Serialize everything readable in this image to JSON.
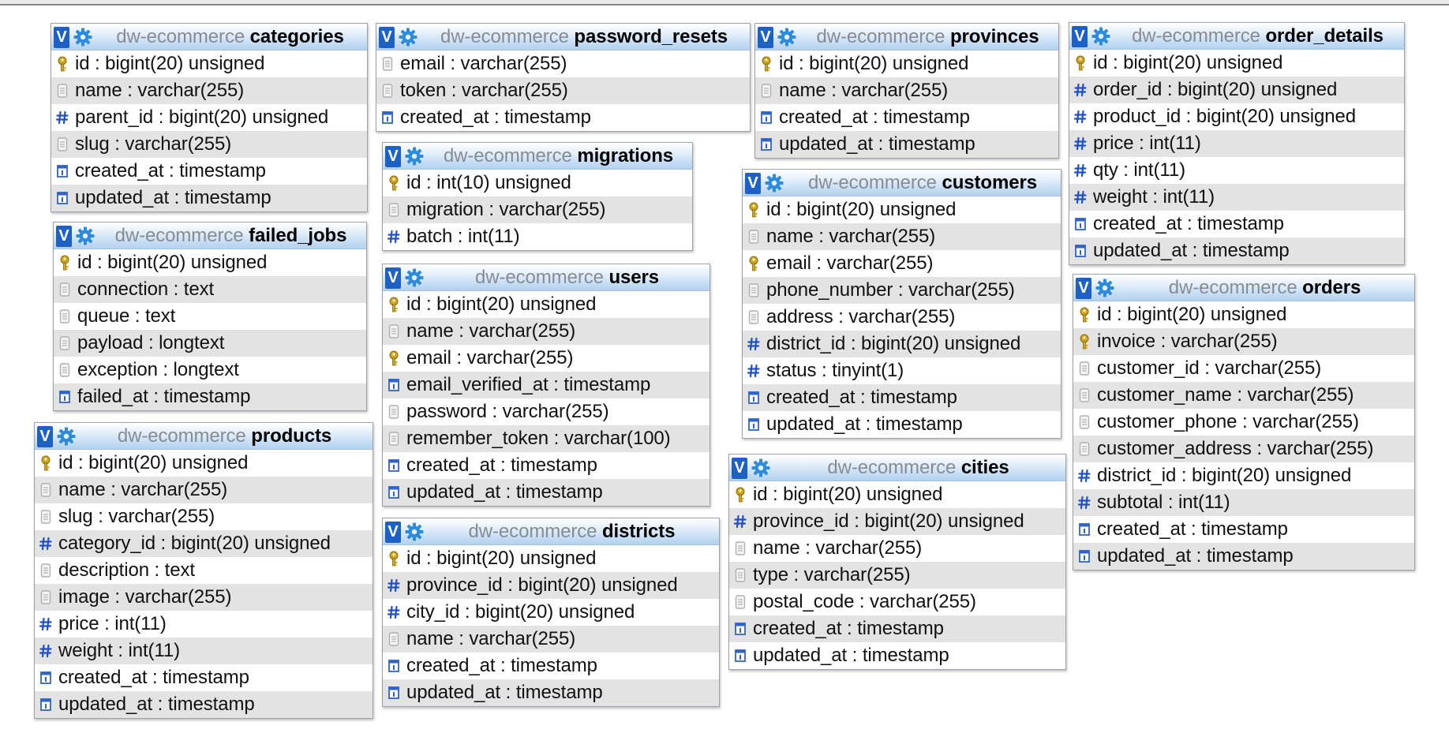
{
  "colors": {
    "header_gradient_bottom": "#b3d1ef",
    "toggle_button": "#1e61c6",
    "gear_icon": "#2d8bde",
    "db_name_text": "#888c92",
    "key_icon": "#d2a520",
    "numeric_icon": "#1e4fc9",
    "text_icon": "#b0b0b0",
    "timestamp_icon": "#2f63c8",
    "alt_row": "#e3e3e3"
  },
  "toggle_label": "V",
  "database": "dw-ecommerce",
  "tables": [
    {
      "name": "categories",
      "fields": [
        {
          "icon": "primary-key-icon",
          "text": "id : bigint(20) unsigned"
        },
        {
          "icon": "text-field-icon",
          "text": "name : varchar(255)"
        },
        {
          "icon": "numeric-field-icon",
          "text": "parent_id : bigint(20) unsigned"
        },
        {
          "icon": "text-field-icon",
          "text": "slug : varchar(255)"
        },
        {
          "icon": "timestamp-field-icon",
          "text": "created_at : timestamp"
        },
        {
          "icon": "timestamp-field-icon",
          "text": "updated_at : timestamp"
        }
      ]
    },
    {
      "name": "failed_jobs",
      "fields": [
        {
          "icon": "primary-key-icon",
          "text": "id : bigint(20) unsigned"
        },
        {
          "icon": "text-field-icon",
          "text": "connection : text"
        },
        {
          "icon": "text-field-icon",
          "text": "queue : text"
        },
        {
          "icon": "text-field-icon",
          "text": "payload : longtext"
        },
        {
          "icon": "text-field-icon",
          "text": "exception : longtext"
        },
        {
          "icon": "timestamp-field-icon",
          "text": "failed_at : timestamp"
        }
      ]
    },
    {
      "name": "products",
      "fields": [
        {
          "icon": "primary-key-icon",
          "text": "id : bigint(20) unsigned"
        },
        {
          "icon": "text-field-icon",
          "text": "name : varchar(255)"
        },
        {
          "icon": "text-field-icon",
          "text": "slug : varchar(255)"
        },
        {
          "icon": "numeric-field-icon",
          "text": "category_id : bigint(20) unsigned"
        },
        {
          "icon": "text-field-icon",
          "text": "description : text"
        },
        {
          "icon": "text-field-icon",
          "text": "image : varchar(255)"
        },
        {
          "icon": "numeric-field-icon",
          "text": "price : int(11)"
        },
        {
          "icon": "numeric-field-icon",
          "text": "weight : int(11)"
        },
        {
          "icon": "timestamp-field-icon",
          "text": "created_at : timestamp"
        },
        {
          "icon": "timestamp-field-icon",
          "text": "updated_at : timestamp"
        }
      ]
    },
    {
      "name": "password_resets",
      "fields": [
        {
          "icon": "text-field-icon",
          "text": "email : varchar(255)"
        },
        {
          "icon": "text-field-icon",
          "text": "token : varchar(255)"
        },
        {
          "icon": "timestamp-field-icon",
          "text": "created_at : timestamp"
        }
      ]
    },
    {
      "name": "migrations",
      "fields": [
        {
          "icon": "primary-key-icon",
          "text": "id : int(10) unsigned"
        },
        {
          "icon": "text-field-icon",
          "text": "migration : varchar(255)"
        },
        {
          "icon": "numeric-field-icon",
          "text": "batch : int(11)"
        }
      ]
    },
    {
      "name": "users",
      "fields": [
        {
          "icon": "primary-key-icon",
          "text": "id : bigint(20) unsigned"
        },
        {
          "icon": "text-field-icon",
          "text": "name : varchar(255)"
        },
        {
          "icon": "primary-key-icon",
          "text": "email : varchar(255)"
        },
        {
          "icon": "timestamp-field-icon",
          "text": "email_verified_at : timestamp"
        },
        {
          "icon": "text-field-icon",
          "text": "password : varchar(255)"
        },
        {
          "icon": "text-field-icon",
          "text": "remember_token : varchar(100)"
        },
        {
          "icon": "timestamp-field-icon",
          "text": "created_at : timestamp"
        },
        {
          "icon": "timestamp-field-icon",
          "text": "updated_at : timestamp"
        }
      ]
    },
    {
      "name": "districts",
      "fields": [
        {
          "icon": "primary-key-icon",
          "text": "id : bigint(20) unsigned"
        },
        {
          "icon": "numeric-field-icon",
          "text": "province_id : bigint(20) unsigned"
        },
        {
          "icon": "numeric-field-icon",
          "text": "city_id : bigint(20) unsigned"
        },
        {
          "icon": "text-field-icon",
          "text": "name : varchar(255)"
        },
        {
          "icon": "timestamp-field-icon",
          "text": "created_at : timestamp"
        },
        {
          "icon": "timestamp-field-icon",
          "text": "updated_at : timestamp"
        }
      ]
    },
    {
      "name": "provinces",
      "fields": [
        {
          "icon": "primary-key-icon",
          "text": "id : bigint(20) unsigned"
        },
        {
          "icon": "text-field-icon",
          "text": "name : varchar(255)"
        },
        {
          "icon": "timestamp-field-icon",
          "text": "created_at : timestamp"
        },
        {
          "icon": "timestamp-field-icon",
          "text": "updated_at : timestamp"
        }
      ]
    },
    {
      "name": "customers",
      "fields": [
        {
          "icon": "primary-key-icon",
          "text": "id : bigint(20) unsigned"
        },
        {
          "icon": "text-field-icon",
          "text": "name : varchar(255)"
        },
        {
          "icon": "primary-key-icon",
          "text": "email : varchar(255)"
        },
        {
          "icon": "text-field-icon",
          "text": "phone_number : varchar(255)"
        },
        {
          "icon": "text-field-icon",
          "text": "address : varchar(255)"
        },
        {
          "icon": "numeric-field-icon",
          "text": "district_id : bigint(20) unsigned"
        },
        {
          "icon": "numeric-field-icon",
          "text": "status : tinyint(1)"
        },
        {
          "icon": "timestamp-field-icon",
          "text": "created_at : timestamp"
        },
        {
          "icon": "timestamp-field-icon",
          "text": "updated_at : timestamp"
        }
      ]
    },
    {
      "name": "cities",
      "fields": [
        {
          "icon": "primary-key-icon",
          "text": "id : bigint(20) unsigned"
        },
        {
          "icon": "numeric-field-icon",
          "text": "province_id : bigint(20) unsigned"
        },
        {
          "icon": "text-field-icon",
          "text": "name : varchar(255)"
        },
        {
          "icon": "text-field-icon",
          "text": "type : varchar(255)"
        },
        {
          "icon": "text-field-icon",
          "text": "postal_code : varchar(255)"
        },
        {
          "icon": "timestamp-field-icon",
          "text": "created_at : timestamp"
        },
        {
          "icon": "timestamp-field-icon",
          "text": "updated_at : timestamp"
        }
      ]
    },
    {
      "name": "order_details",
      "fields": [
        {
          "icon": "primary-key-icon",
          "text": "id : bigint(20) unsigned"
        },
        {
          "icon": "numeric-field-icon",
          "text": "order_id : bigint(20) unsigned"
        },
        {
          "icon": "numeric-field-icon",
          "text": "product_id : bigint(20) unsigned"
        },
        {
          "icon": "numeric-field-icon",
          "text": "price : int(11)"
        },
        {
          "icon": "numeric-field-icon",
          "text": "qty : int(11)"
        },
        {
          "icon": "numeric-field-icon",
          "text": "weight : int(11)"
        },
        {
          "icon": "timestamp-field-icon",
          "text": "created_at : timestamp"
        },
        {
          "icon": "timestamp-field-icon",
          "text": "updated_at : timestamp"
        }
      ]
    },
    {
      "name": "orders",
      "fields": [
        {
          "icon": "primary-key-icon",
          "text": "id : bigint(20) unsigned"
        },
        {
          "icon": "primary-key-icon",
          "text": "invoice : varchar(255)"
        },
        {
          "icon": "text-field-icon",
          "text": "customer_id : varchar(255)"
        },
        {
          "icon": "text-field-icon",
          "text": "customer_name : varchar(255)"
        },
        {
          "icon": "text-field-icon",
          "text": "customer_phone : varchar(255)"
        },
        {
          "icon": "text-field-icon",
          "text": "customer_address : varchar(255)"
        },
        {
          "icon": "numeric-field-icon",
          "text": "district_id : bigint(20) unsigned"
        },
        {
          "icon": "numeric-field-icon",
          "text": "subtotal : int(11)"
        },
        {
          "icon": "timestamp-field-icon",
          "text": "created_at : timestamp"
        },
        {
          "icon": "timestamp-field-icon",
          "text": "updated_at : timestamp"
        }
      ]
    }
  ]
}
